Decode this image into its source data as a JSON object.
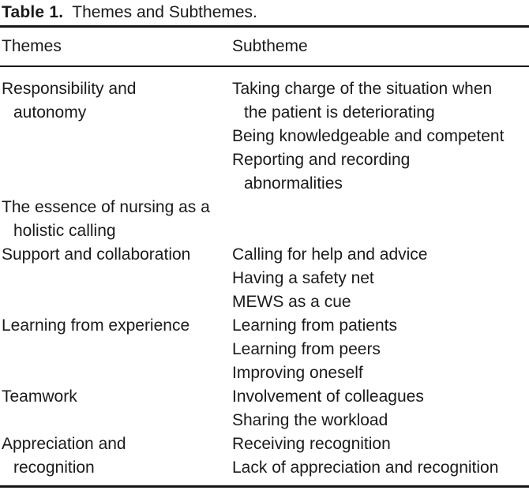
{
  "caption": {
    "label": "Table 1.",
    "text": "Themes and Subthemes."
  },
  "table": {
    "headers": {
      "themes": "Themes",
      "subtheme": "Subtheme"
    },
    "rows": [
      {
        "theme": "Responsibility and\nautonomy",
        "subthemes": [
          "Taking charge of the situation when\nthe patient is deteriorating",
          "Being knowledgeable and competent",
          "Reporting and recording\nabnormalities"
        ]
      },
      {
        "theme": "The essence of nursing as a\nholistic calling",
        "subthemes": []
      },
      {
        "theme": "Support and collaboration",
        "subthemes": [
          "Calling for help and advice",
          "Having a safety net",
          "MEWS as a cue"
        ]
      },
      {
        "theme": "Learning from experience",
        "subthemes": [
          "Learning from patients",
          "Learning from peers",
          "Improving oneself"
        ]
      },
      {
        "theme": "Teamwork",
        "subthemes": [
          "Involvement of colleagues",
          "Sharing the workload"
        ]
      },
      {
        "theme": "Appreciation and\nrecognition",
        "subthemes": [
          "Receiving recognition",
          "Lack of appreciation and recognition"
        ]
      }
    ]
  }
}
